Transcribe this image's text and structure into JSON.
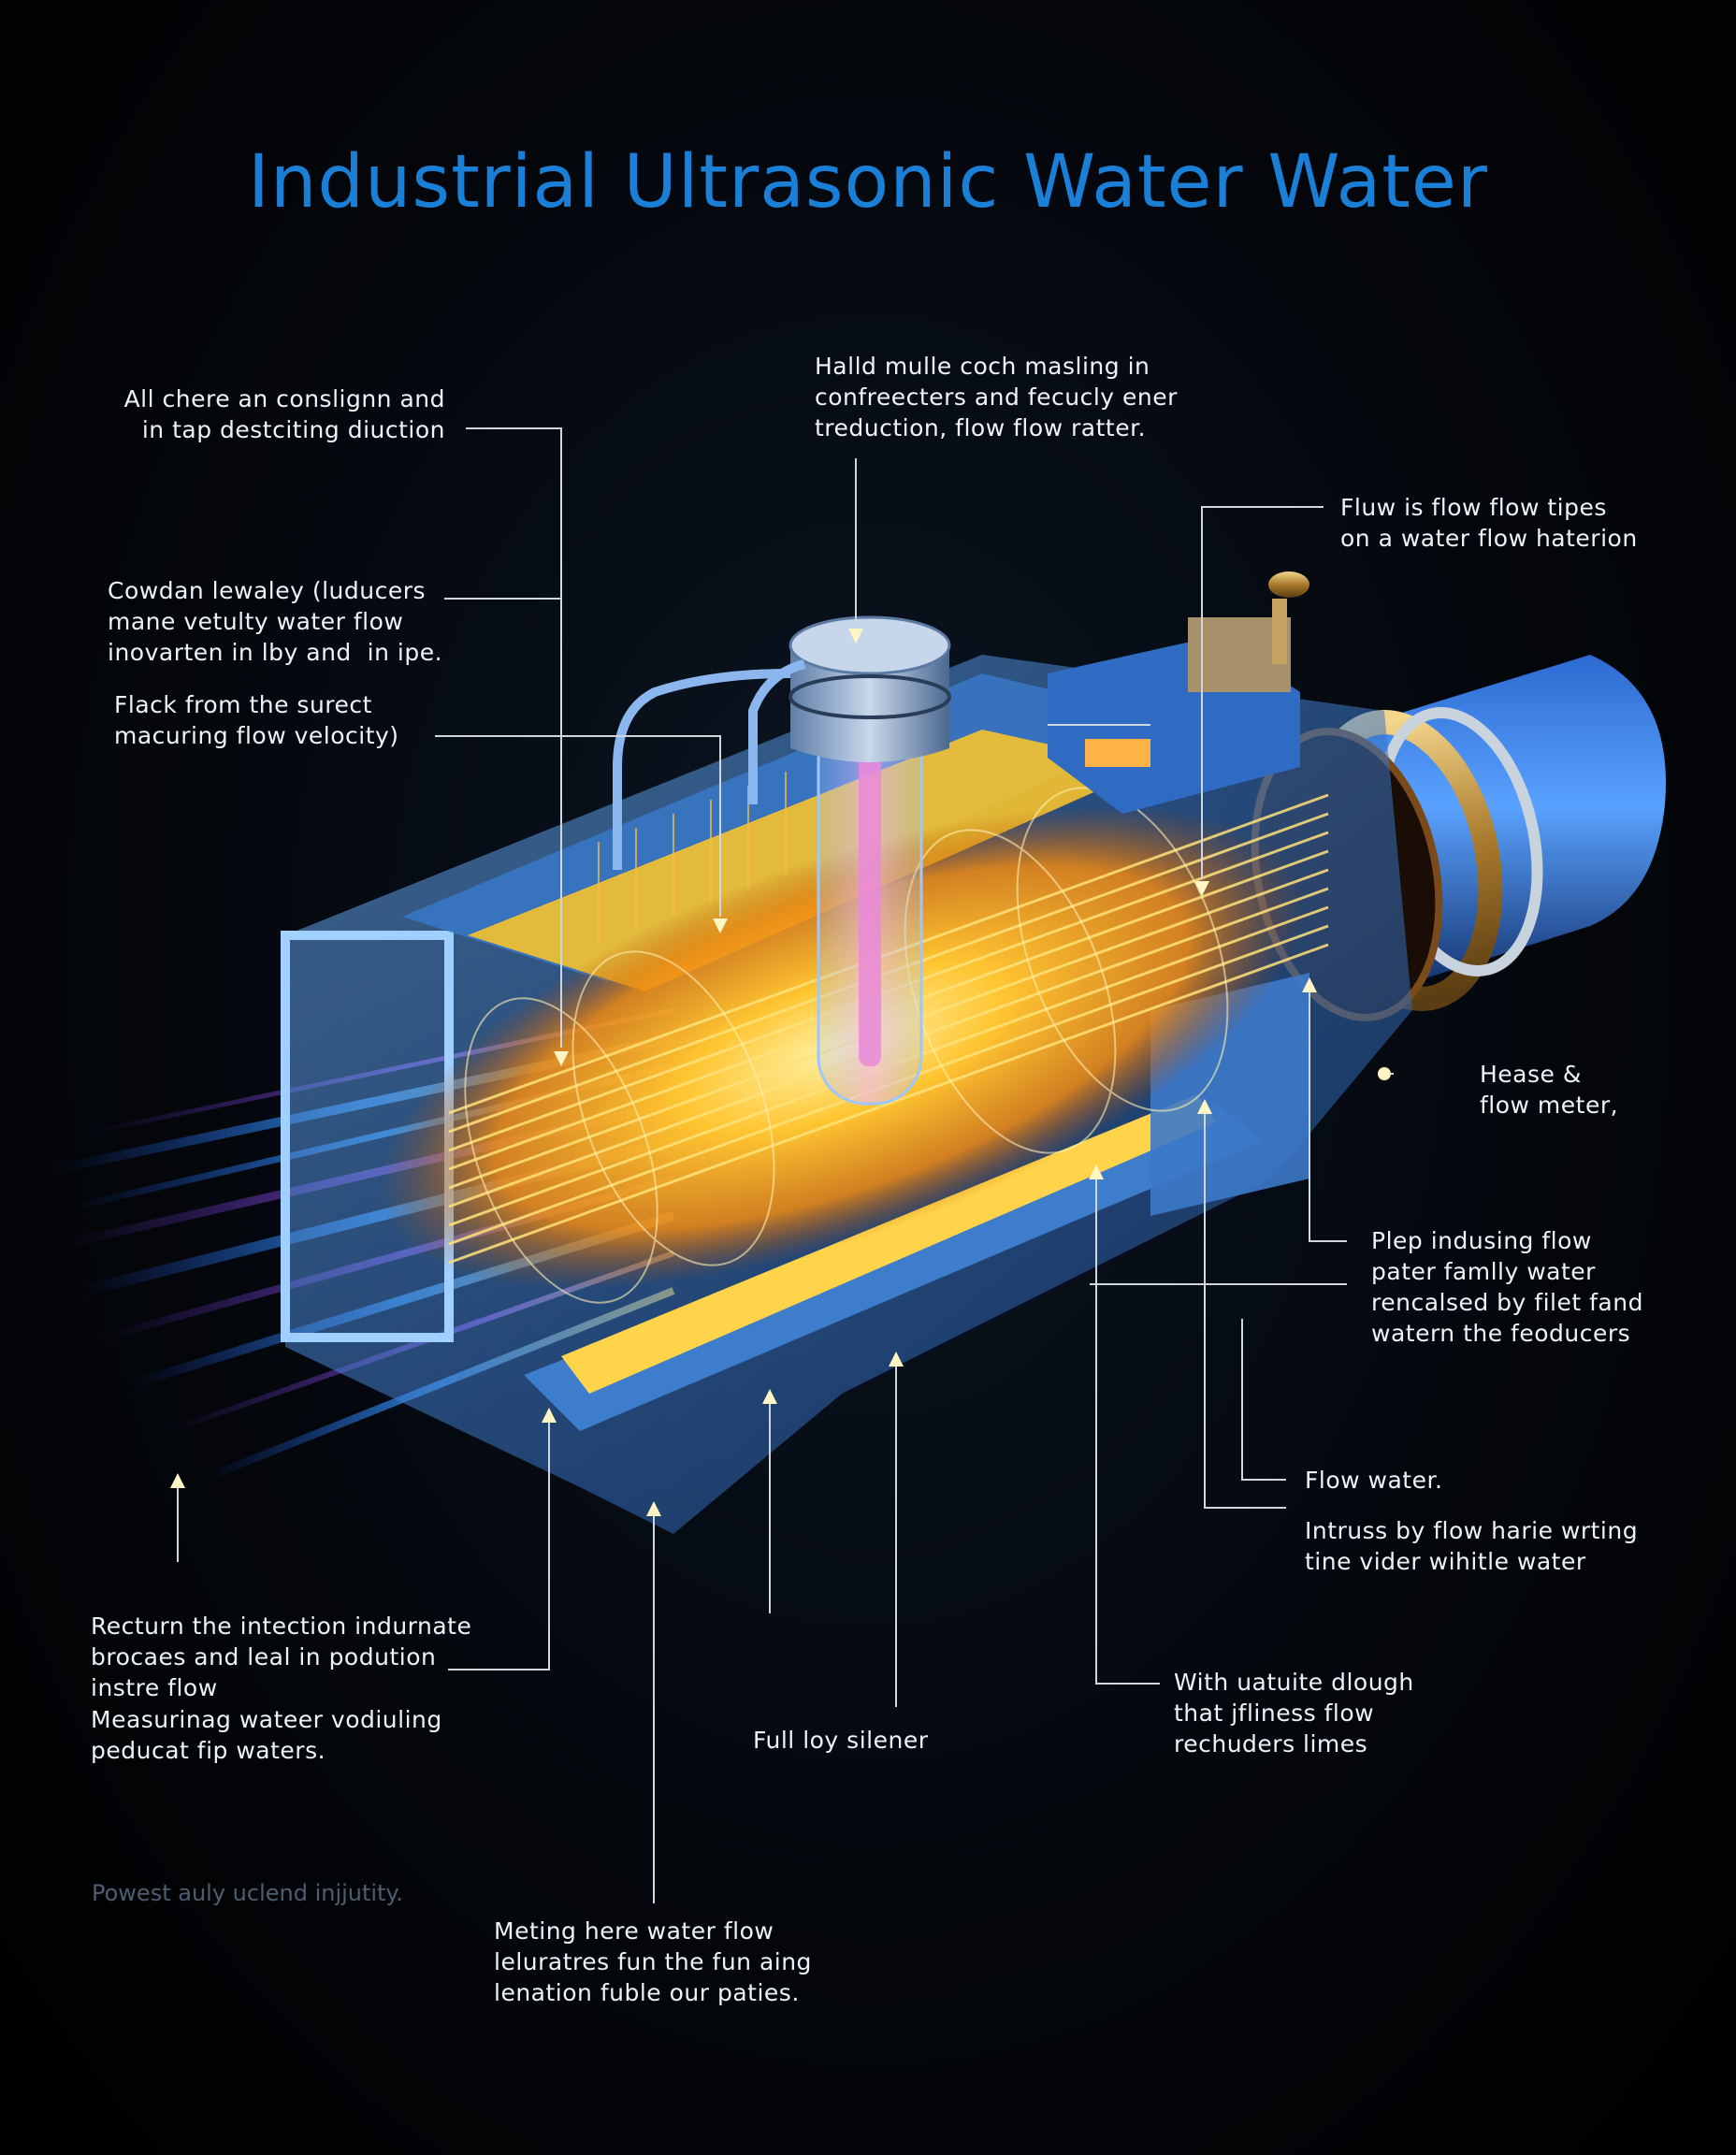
{
  "title": "Industrial Ultrasonic Water Water",
  "labels": {
    "top_left": "All chere an conslignn and\nin tap destciting diuction",
    "top_center": "Halld mulle coch masling in\nconfreecters and fecucly ener\ntreduction, flow flow ratter.",
    "top_right": "Fluw is flow flow tipes\non a water flow haterion",
    "mid_left_1": "Cowdan lewaley (luducers\nmane vetulty water flow\ninovarten in lby and  in ipe.",
    "mid_left_2": "Flack from the surect\nmacuring flow velocity)",
    "right_housing": "Hease &\nflow meter,",
    "right_pipe": "Plep indusing flow\npater famlly water\nrencalsed by filet fand\nwatern the feoducers",
    "right_flow": "Flow water.",
    "right_intruss": "Intruss by flow harie wrting\ntine vider wihitle water",
    "bottom_left_1": "Recturn the intection indurnate\nbrocaes and leal in podution\ninstre flow",
    "bottom_left_2": "Measurinag wateer vodiuling\npeducat fip waters.",
    "bottom_center": "Full loy silener",
    "bottom_right": "With uatuite dlough\nthat jfliness flow\nrechuders limes",
    "bottom_meting": "Meting here water flow\nleluratres fun the fun aing\nlenation fuble our paties."
  },
  "footnote": "Powest auly uclend injjutity.",
  "colors": {
    "title": "#1a7fd6",
    "housing_blue": "#3f7fd0",
    "core_orange": "#f5a623",
    "core_yellow": "#ffd44a",
    "leader_line": "#cfd6de"
  }
}
